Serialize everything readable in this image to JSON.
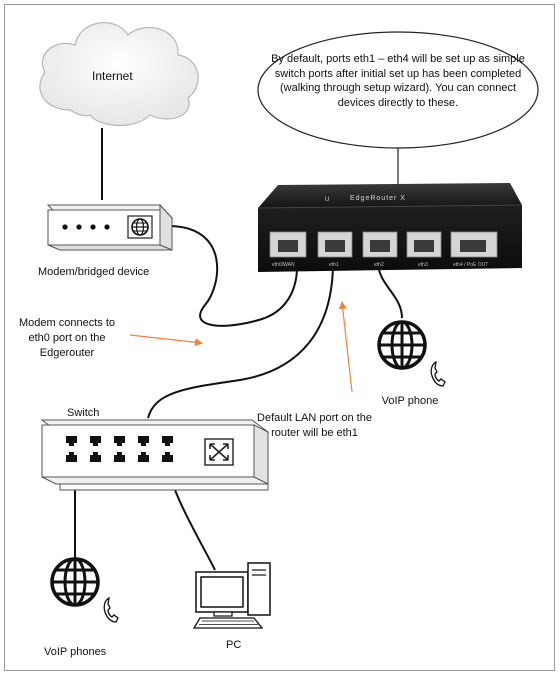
{
  "labels": {
    "internet": "Internet",
    "modem": "Modem/bridged device",
    "switch": "Switch",
    "voip_right": "VoIP phone",
    "voip_left": "VoIP phones",
    "pc": "PC"
  },
  "callout": {
    "text": "By default, ports eth1 – eth4 will be set up as simple switch ports after initial set up has been completed (walking through setup wizard). You can connect devices directly to these."
  },
  "annotations": {
    "modem_note": "Modem connects to eth0 port on the Edgerouter",
    "lan_note": "Default LAN port on the router will be eth1"
  },
  "router": {
    "brand": "EdgeRouter X",
    "ports": [
      "eth0/WAN",
      "eth1",
      "eth2",
      "eth3",
      "eth4 / PoE OUT"
    ]
  },
  "colors": {
    "arrow": "#f0823a",
    "cable": "#111111",
    "router_body": "#1b1b1b"
  }
}
